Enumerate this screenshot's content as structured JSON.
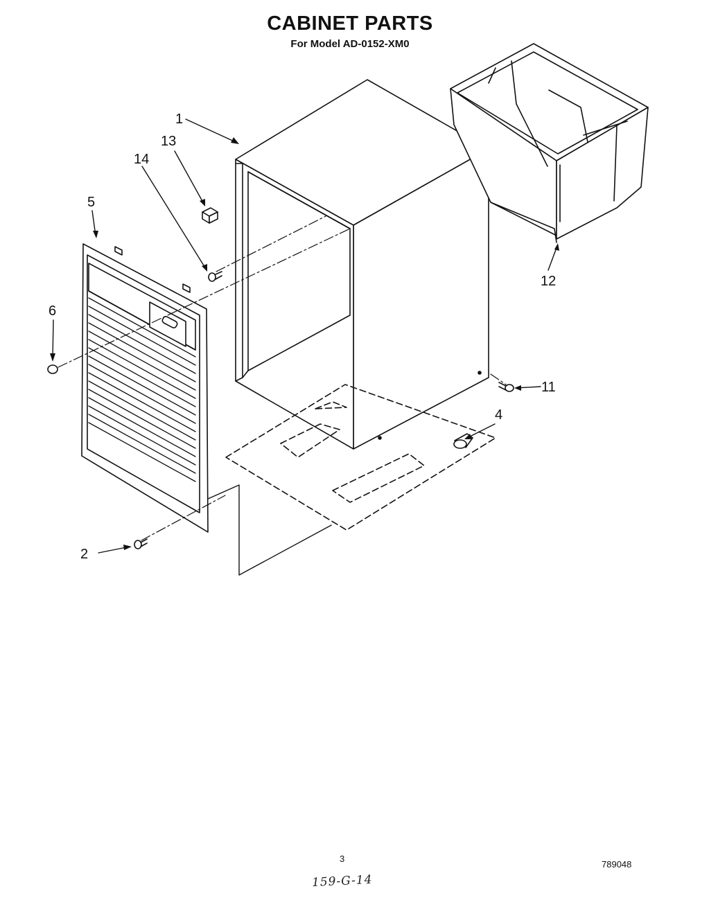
{
  "header": {
    "title": "CABINET PARTS",
    "subtitle": "For Model AD-0152-XM0"
  },
  "callouts": {
    "c1": "1",
    "c2": "2",
    "c4": "4",
    "c5": "5",
    "c6": "6",
    "c11": "11",
    "c12": "12",
    "c13": "13",
    "c14": "14"
  },
  "footer": {
    "page_number": "3",
    "document_number": "789048",
    "handwritten_note": "159-G-14"
  }
}
